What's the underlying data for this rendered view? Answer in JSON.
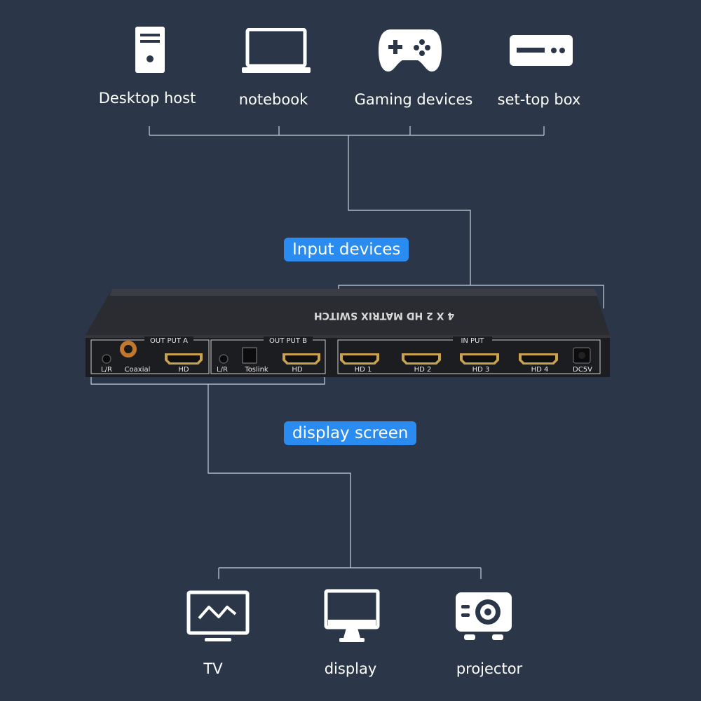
{
  "sources": [
    {
      "label": "Desktop host",
      "icon": "desktop-tower-icon"
    },
    {
      "label": "notebook",
      "icon": "laptop-icon"
    },
    {
      "label": "Gaming devices",
      "icon": "gamepad-icon"
    },
    {
      "label": "set-top box",
      "icon": "set-top-box-icon"
    }
  ],
  "input_label": "Input devices",
  "output_label": "display screen",
  "displays": [
    {
      "label": "TV",
      "icon": "tv-icon"
    },
    {
      "label": "display",
      "icon": "monitor-icon"
    },
    {
      "label": "projector",
      "icon": "projector-icon"
    }
  ],
  "device": {
    "top_text": "4 X 2 HD MATRIX SWITCH",
    "out_a": "OUT PUT A",
    "out_b": "OUT PUT B",
    "input": "IN PUT",
    "lr": "L/R",
    "coaxial": "Coaxial",
    "toslink": "Toslink",
    "hd": "HD",
    "hd1": "HD  1",
    "hd2": "HD  2",
    "hd3": "HD  3",
    "hd4": "HD  4",
    "power": "DC5V"
  },
  "colors": {
    "background": "#2b3749",
    "accent": "#2a8cf0",
    "line": "#c9d0da",
    "icon": "#ffffff"
  }
}
